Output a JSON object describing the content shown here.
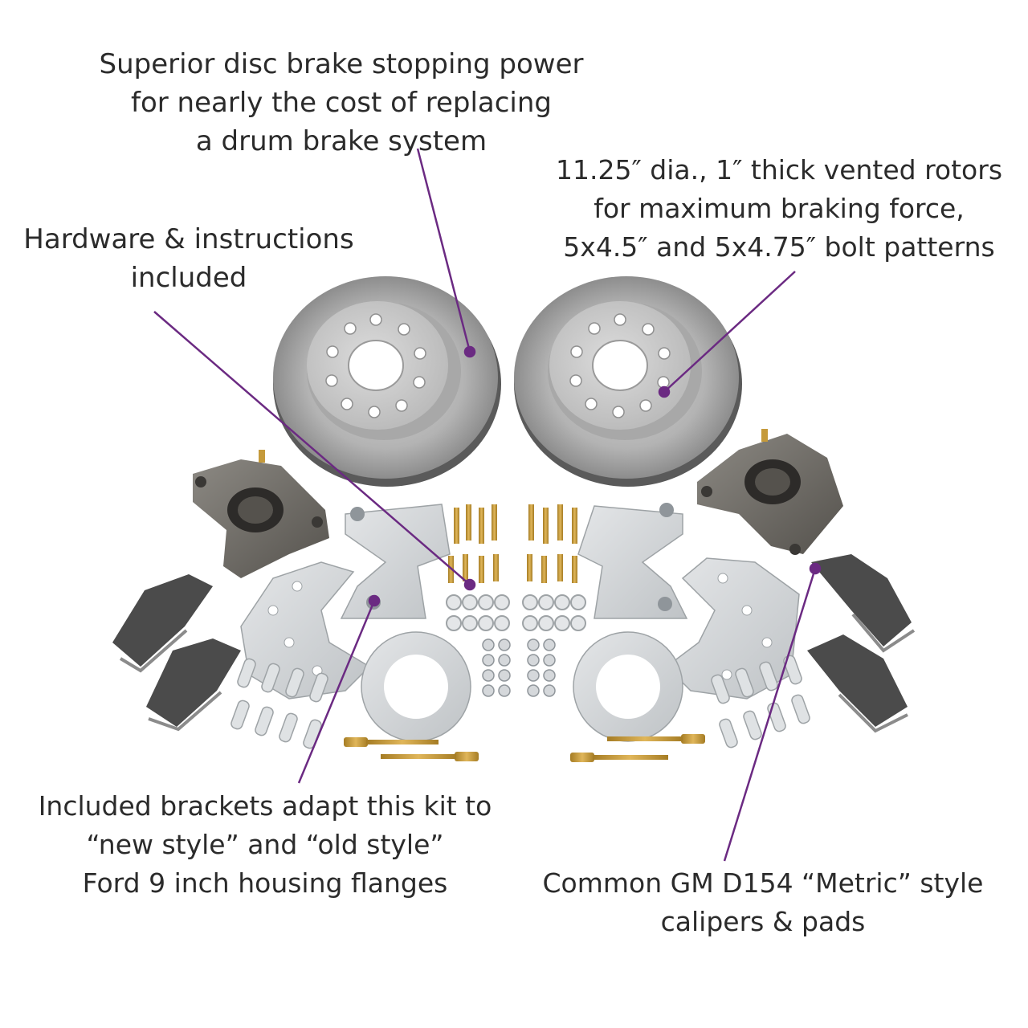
{
  "colors": {
    "background": "#ffffff",
    "text": "#2b2b2b",
    "leader_line": "#6b2a82",
    "rotor": "#a9a9a9",
    "caliper": "#6e6b65",
    "bracket": "#cfd2d4",
    "pad": "#4b4b4b",
    "hardware_gold": "#c59a3b"
  },
  "callouts": {
    "top": [
      "Superior disc brake stopping power",
      "for nearly the cost of replacing",
      "a drum brake system"
    ],
    "hardware": [
      "Hardware & instructions",
      "included"
    ],
    "rotors": [
      "11.25″ dia., 1″ thick vented rotors",
      "for maximum braking force,",
      "5x4.5″ and 5x4.75″ bolt patterns"
    ],
    "brackets": [
      "Included brackets adapt this kit to",
      "“new style” and “old style”",
      "Ford 9 inch housing flanges"
    ],
    "calipers": [
      "Common GM D154 “Metric” style",
      "calipers & pads"
    ]
  },
  "parts": {
    "rotor-left-icon": "vented-disc-rotor",
    "rotor-right-icon": "vented-disc-rotor",
    "caliper-left-icon": "brake-caliper",
    "caliper-right-icon": "brake-caliper",
    "bracket-icon": "caliper-bracket",
    "pad-icon": "brake-pad",
    "bolt-icon": "bolt",
    "washer-icon": "washer",
    "nut-icon": "nut",
    "spacer-ring-icon": "axle-spacer-ring",
    "slide-pin-icon": "caliper-slide-pin"
  }
}
